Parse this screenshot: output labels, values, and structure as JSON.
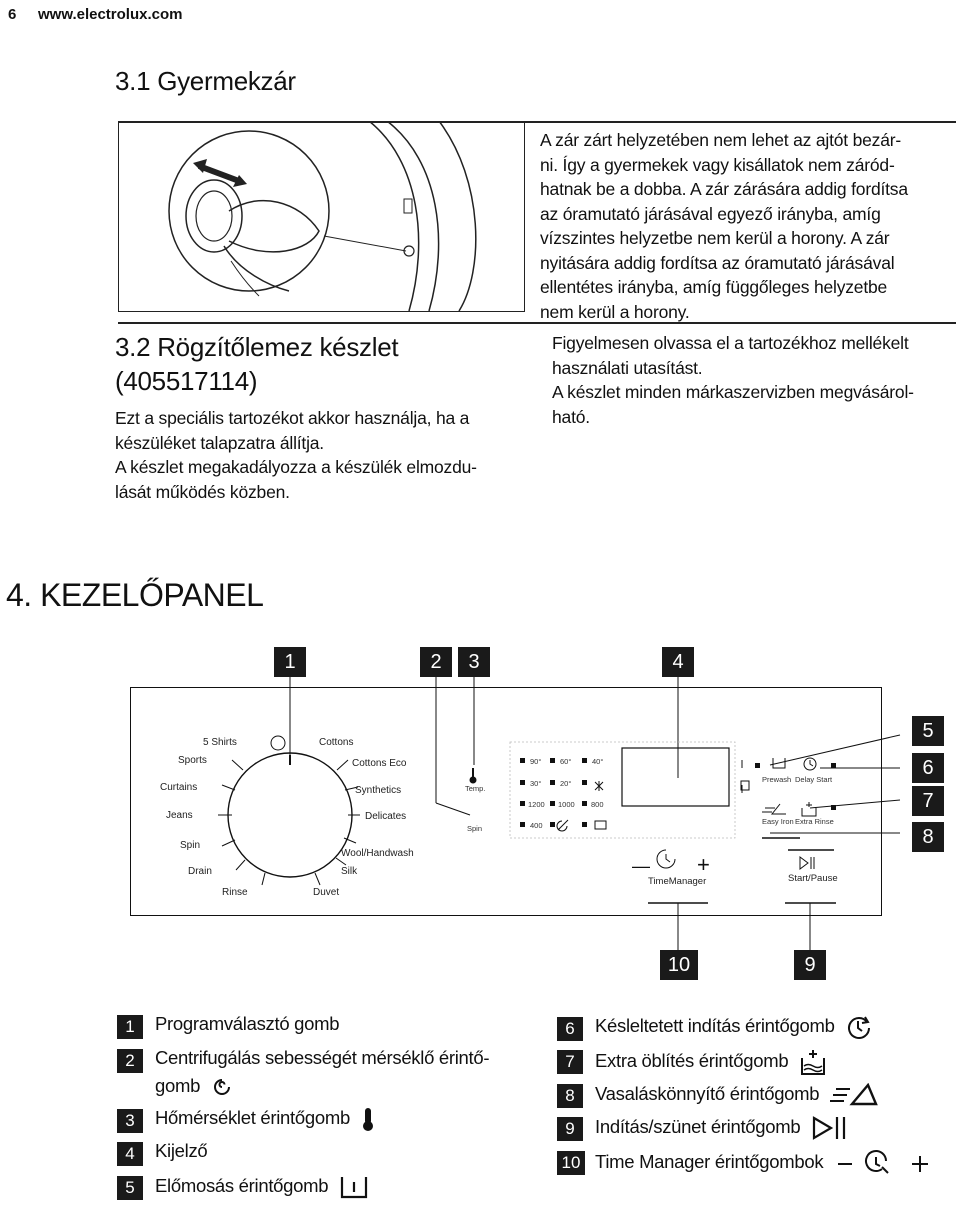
{
  "header": {
    "page_number": "6",
    "url": "www.electrolux.com"
  },
  "section_31": {
    "number": "3.1",
    "title": "Gyermekzár",
    "body_lines": [
      "A zár zárt helyzetében nem lehet az ajtót bezár-",
      "ni. Így a gyermekek vagy kisállatok nem záród-",
      "hatnak be a dobba. A zár zárására addig fordítsa",
      "az óramutató járásával egyező irányba, amíg",
      "vízszintes helyzetbe nem kerül a horony. A zár",
      "nyitására addig fordítsa az óramutató járásával",
      "ellentétes irányba, amíg függőleges helyzetbe",
      "nem kerül a horony."
    ]
  },
  "section_32": {
    "number": "3.2",
    "title_line1": "Rögzítőlemez készlet",
    "title_line2": "(405517114)",
    "left_lines": [
      "Ezt a speciális tartozékot akkor használja, ha a",
      "készüléket talapzatra állítja.",
      "A készlet megakadályozza a készülék elmozdu-",
      "lását működés közben."
    ],
    "right_lines": [
      "Figyelmesen olvassa el a tartozékhoz mellékelt",
      "használati utasítást.",
      "A készlet minden márkaszervizben megvásárol-",
      "ható."
    ]
  },
  "section_4": {
    "title": "4. KEZELŐPANEL"
  },
  "panel": {
    "callouts_top": [
      "1",
      "2",
      "3",
      "4"
    ],
    "callouts_right": [
      "5",
      "6",
      "7",
      "8"
    ],
    "callouts_bottom": [
      "10",
      "9"
    ],
    "programs": {
      "shirts": "5 Shirts",
      "cottons": "Cottons",
      "sports": "Sports",
      "cottons_eco": "Cottons Eco",
      "curtains": "Curtains",
      "synthetics": "Synthetics",
      "jeans": "Jeans",
      "delicates": "Delicates",
      "wool": "Wool/Handwash",
      "spin": "Spin",
      "silk": "Silk",
      "drain": "Drain",
      "rinse": "Rinse",
      "duvet": "Duvet"
    },
    "temp_label": "Temp.",
    "spin_label": "Spin",
    "temp_grid": [
      [
        "90°",
        "60°",
        "40°"
      ],
      [
        "30°",
        "20°",
        ""
      ],
      [
        "1200",
        "1000",
        "800"
      ],
      [
        "400",
        "",
        ""
      ]
    ],
    "prewash": "Prewash",
    "delay_start": "Delay Start",
    "easy_iron": "Easy Iron",
    "extra_rinse": "Extra Rinse",
    "time_manager": "TimeManager",
    "start_pause": "Start/Pause",
    "tm_minus": "—",
    "tm_plus": "+"
  },
  "legend": {
    "left": [
      {
        "num": "1",
        "text": "Programválasztó gomb",
        "icon": ""
      },
      {
        "num": "2",
        "text": "Centrifugálás sebességét mérséklő érintő-",
        "text2": "gomb",
        "icon": "spin-icon"
      },
      {
        "num": "3",
        "text": "Hőmérséklet érintőgomb",
        "icon": "thermometer-icon"
      },
      {
        "num": "4",
        "text": "Kijelző",
        "icon": ""
      },
      {
        "num": "5",
        "text": "Előmosás érintőgomb",
        "icon": "prewash-icon"
      }
    ],
    "right": [
      {
        "num": "6",
        "text": "Késleltetett indítás érintőgomb",
        "icon": "delay-start-icon"
      },
      {
        "num": "7",
        "text": "Extra öblítés érintőgomb",
        "icon": "extra-rinse-icon"
      },
      {
        "num": "8",
        "text": "Vasaláskönnyítő érintőgomb",
        "icon": "easy-iron-icon"
      },
      {
        "num": "9",
        "text": "Indítás/szünet érintőgomb",
        "icon": "start-pause-icon"
      },
      {
        "num": "10",
        "text": "Time Manager érintőgombok",
        "icon": "time-manager-icon"
      }
    ]
  }
}
